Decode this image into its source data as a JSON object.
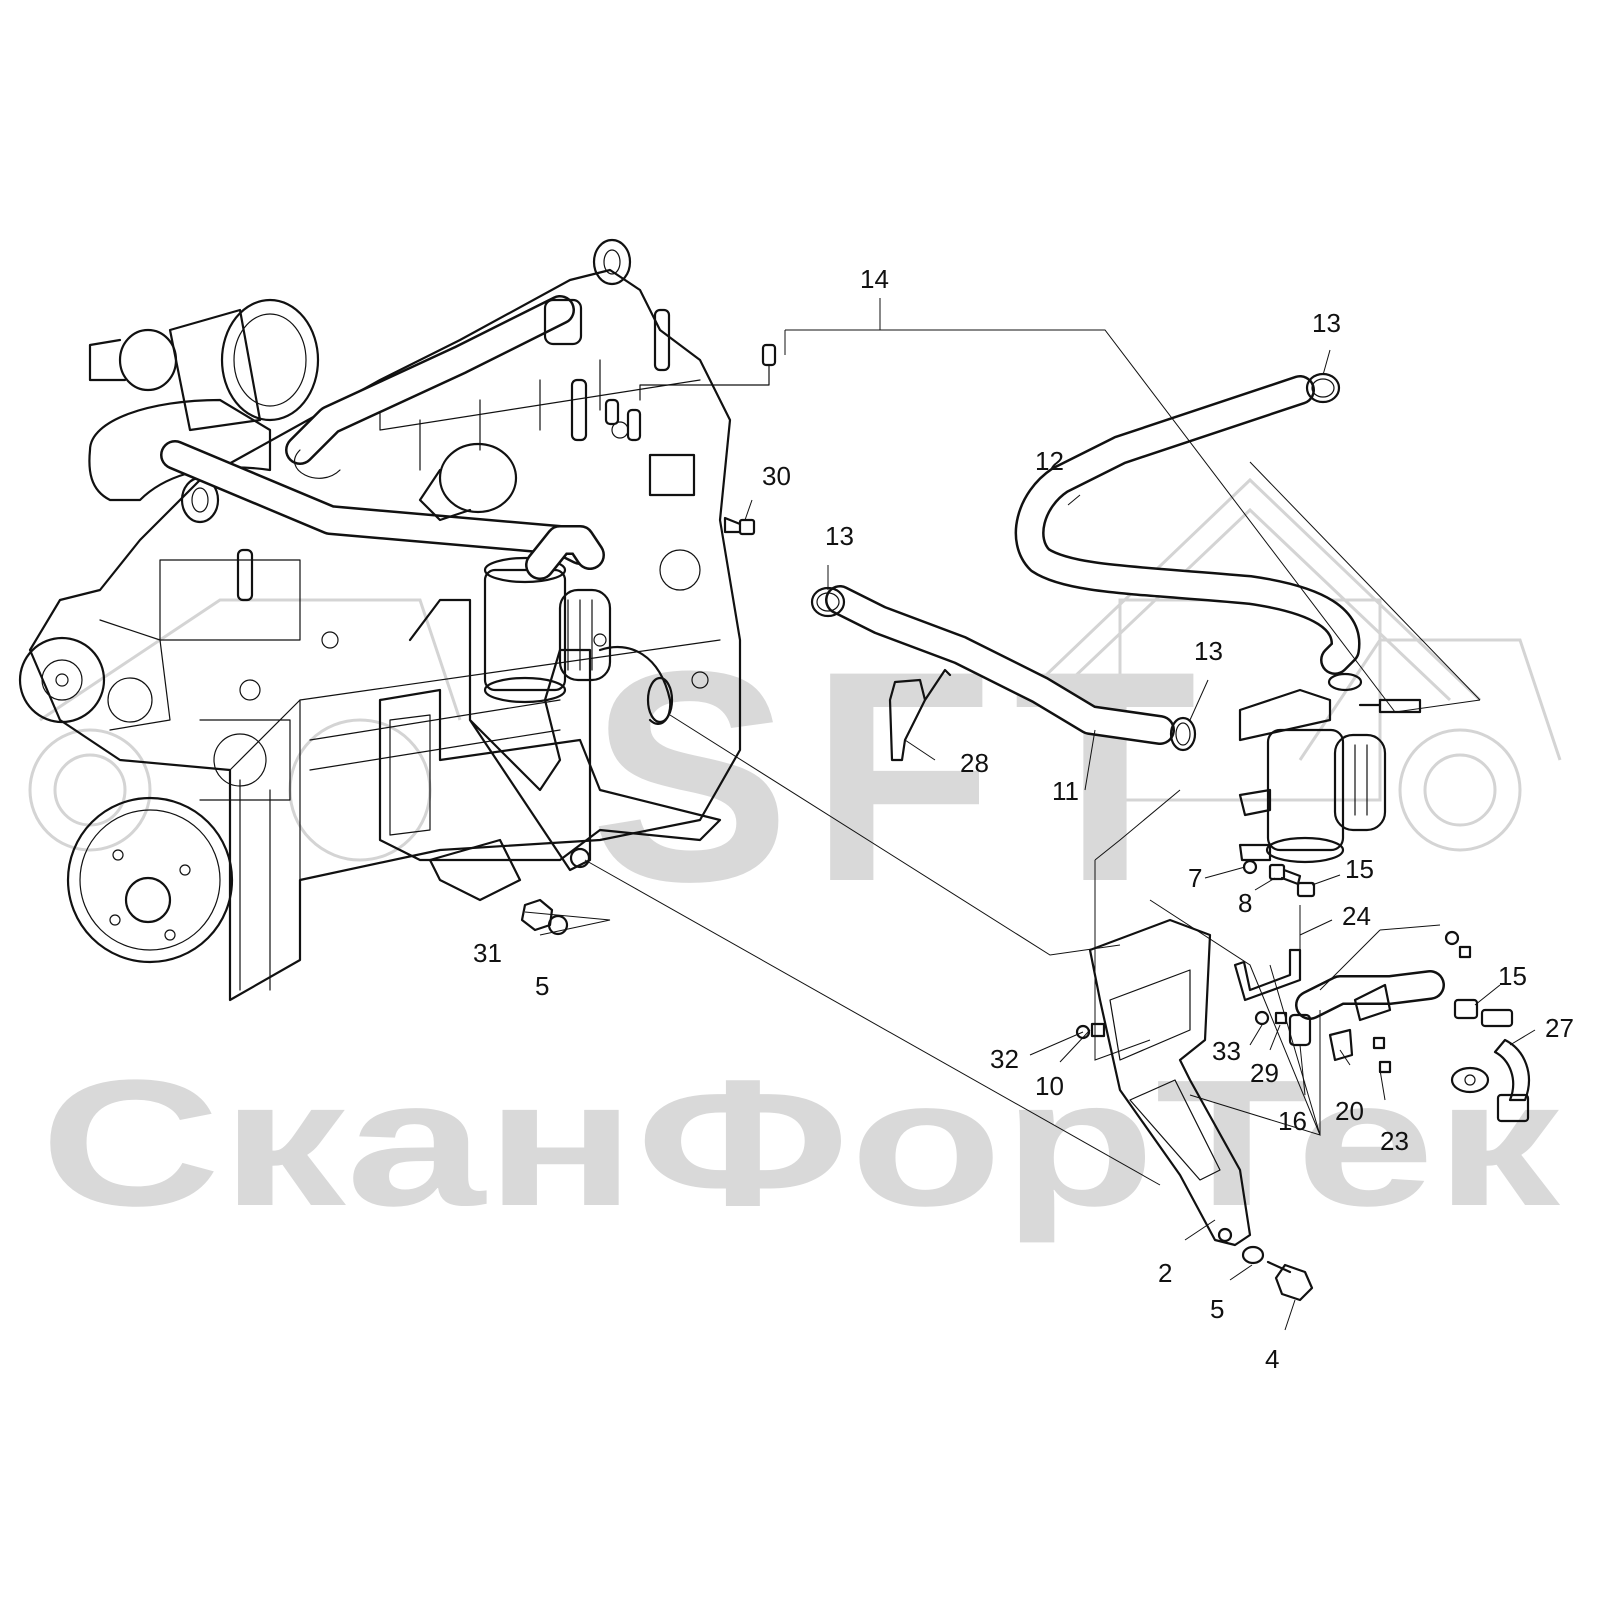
{
  "watermark": {
    "logo_letters": "SFT",
    "company": "СканФорТек"
  },
  "callouts": {
    "c14": "14",
    "c13a": "13",
    "c13b": "13",
    "c13c": "13",
    "c12": "12",
    "c30": "30",
    "c28": "28",
    "c11": "11",
    "c7": "7",
    "c8": "8",
    "c15a": "15",
    "c15b": "15",
    "c24": "24",
    "c27": "27",
    "c31": "31",
    "c5a": "5",
    "c5b": "5",
    "c32": "32",
    "c10": "10",
    "c33": "33",
    "c29": "29",
    "c16": "16",
    "c20": "20",
    "c23": "23",
    "c2": "2",
    "c4": "4"
  }
}
